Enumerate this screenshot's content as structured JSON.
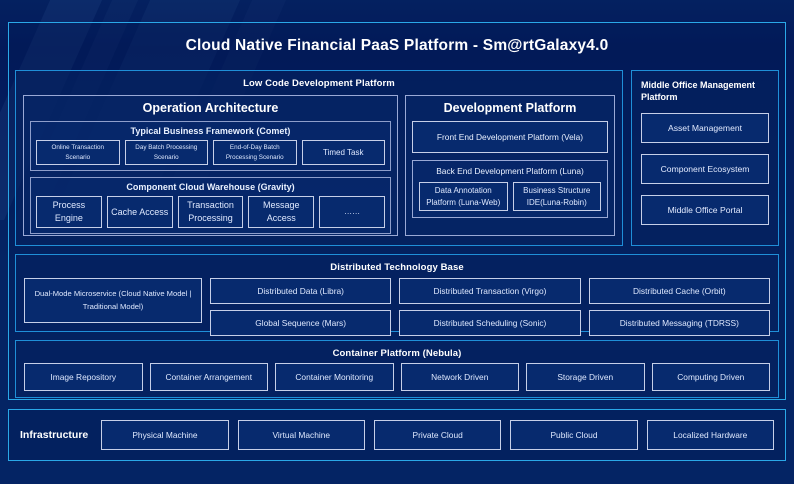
{
  "title": "Cloud Native Financial PaaS Platform - Sm@rtGalaxy4.0",
  "low_code": {
    "title": "Low Code Development Platform",
    "operation_architecture": {
      "title": "Operation Architecture",
      "groups": [
        {
          "title": "Typical Business Framework (Comet)",
          "items": [
            "Online Transaction Scenario",
            "Day Batch Processing Scenario",
            "End-of-Day Batch Processing Scenario",
            "Timed Task"
          ]
        },
        {
          "title": "Component Cloud Warehouse (Gravity)",
          "items": [
            "Process Engine",
            "Cache Access",
            "Transaction Processing",
            "Message Access",
            "……"
          ]
        }
      ]
    },
    "development_platform": {
      "title": "Development Platform",
      "front_end": "Front End Development Platform (Vela)",
      "back_end": {
        "title": "Back End Development Platform (Luna)",
        "items": [
          "Data Annotation Platform (Luna-Web)",
          "Business Structure IDE(Luna-Robin)"
        ]
      }
    }
  },
  "middle_office": {
    "title": "Middle Office Management Platform",
    "items": [
      "Asset Management",
      "Component Ecosystem",
      "Middle Office Portal"
    ]
  },
  "distributed_technology_base": {
    "title": "Distributed Technology Base",
    "feature": "Dual-Mode Microservice (Cloud Native Model | Traditional Model)",
    "columns": [
      {
        "top": "Distributed Data (Libra)",
        "bottom": "Global Sequence (Mars)"
      },
      {
        "top": "Distributed Transaction (Virgo)",
        "bottom": "Distributed Scheduling (Sonic)"
      },
      {
        "top": "Distributed Cache (Orbit)",
        "bottom": "Distributed Messaging (TDRSS)"
      }
    ]
  },
  "container_platform": {
    "title": "Container Platform (Nebula)",
    "items": [
      "Image Repository",
      "Container Arrangement",
      "Container Monitoring",
      "Network Driven",
      "Storage Driven",
      "Computing Driven"
    ]
  },
  "infrastructure": {
    "label": "Infrastructure",
    "items": [
      "Physical Machine",
      "Virtual Machine",
      "Private Cloud",
      "Public Cloud",
      "Localized Hardware"
    ]
  },
  "colors": {
    "background": "#042464",
    "accent_border": "#2aa8e8",
    "box_border": "#c6cfe8",
    "box_fill": "#072a6e",
    "text": "#ffffff"
  }
}
